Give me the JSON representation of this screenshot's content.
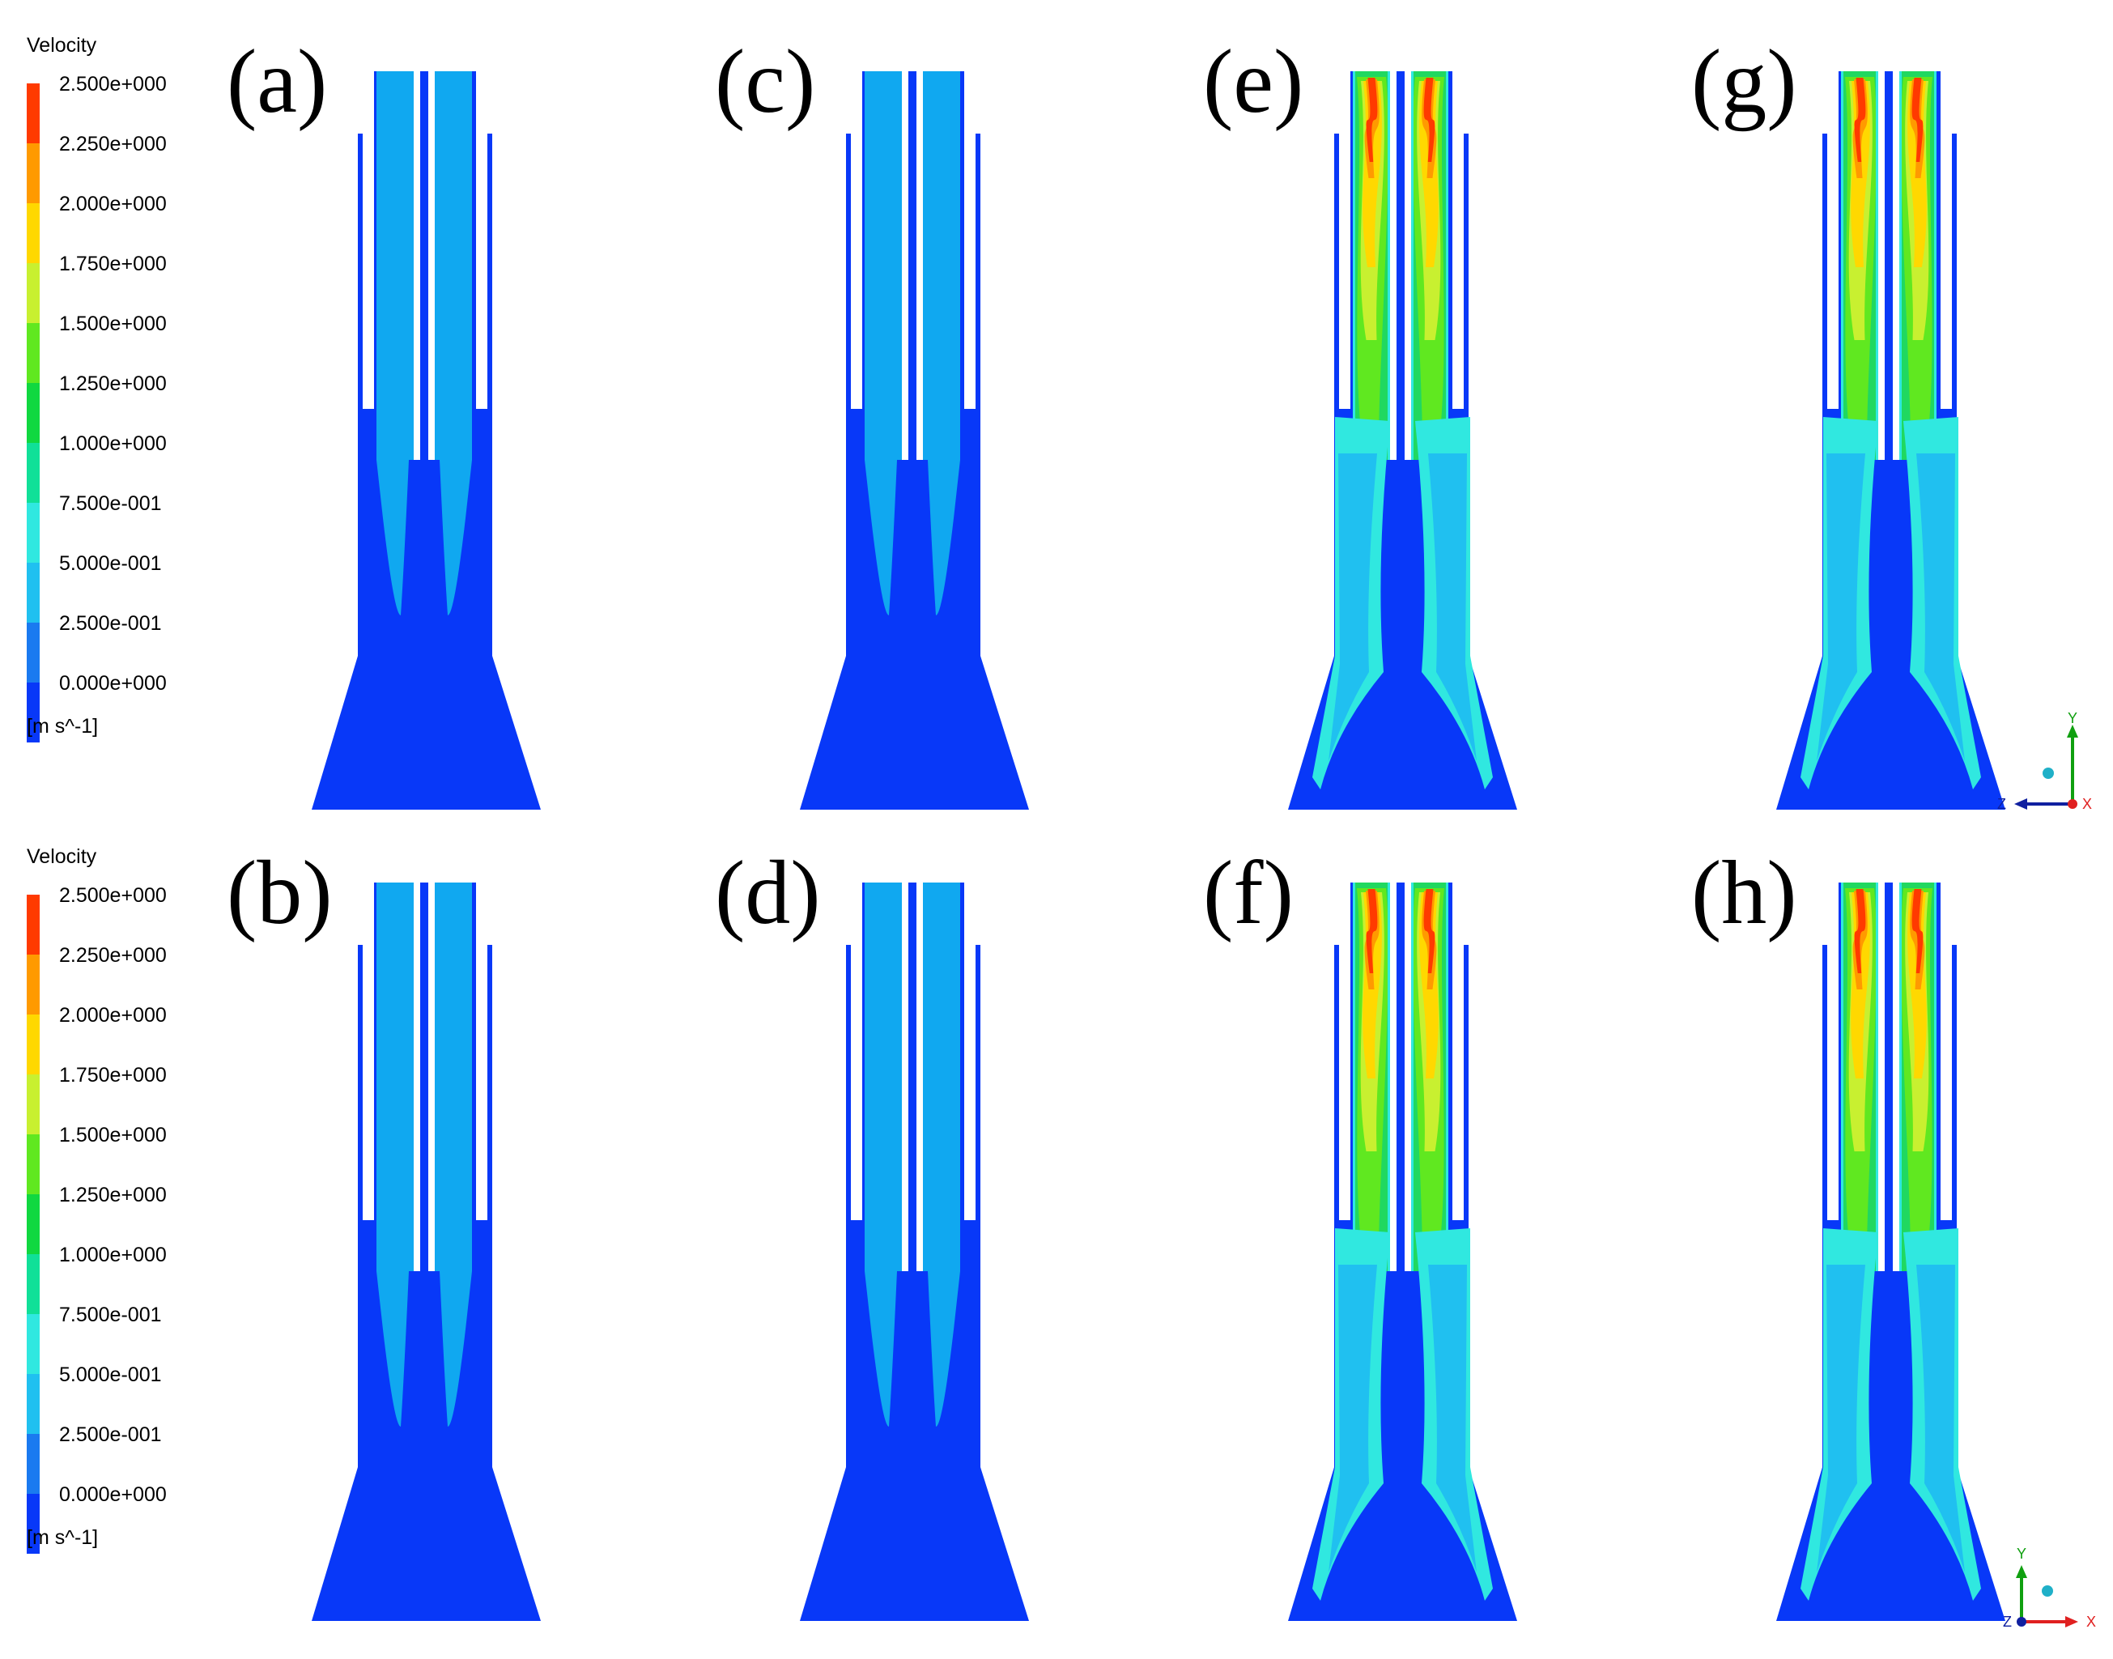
{
  "legend": {
    "title": "Velocity",
    "unit": "[m s^-1]",
    "ticks": [
      "2.500e+000",
      "2.250e+000",
      "2.000e+000",
      "1.750e+000",
      "1.500e+000",
      "1.250e+000",
      "1.000e+000",
      "7.500e-001",
      "5.000e-001",
      "2.500e-001",
      "0.000e+000"
    ],
    "colors": [
      "#ff3a00",
      "#ff9a00",
      "#ffd800",
      "#c8f030",
      "#60e820",
      "#10d840",
      "#10e098",
      "#30e8e0",
      "#20c0f0",
      "#1a7af0",
      "#0838f8"
    ]
  },
  "panels": [
    {
      "label": "(a)",
      "field": "low"
    },
    {
      "label": "(c)",
      "field": "low"
    },
    {
      "label": "(e)",
      "field": "high"
    },
    {
      "label": "(g)",
      "field": "high"
    },
    {
      "label": "(b)",
      "field": "low"
    },
    {
      "label": "(d)",
      "field": "low"
    },
    {
      "label": "(f)",
      "field": "high"
    },
    {
      "label": "(h)",
      "field": "high"
    }
  ],
  "axes_triad": {
    "top": {
      "up": "Y",
      "side": "Z",
      "out": "X"
    },
    "bottom": {
      "up": "Y",
      "side": "X",
      "out": "Z"
    }
  },
  "colors": {
    "background": "#0838f8",
    "low_jet": "#10a8f0",
    "high_jet": "#30e8e0",
    "wall": "#ffffff"
  }
}
